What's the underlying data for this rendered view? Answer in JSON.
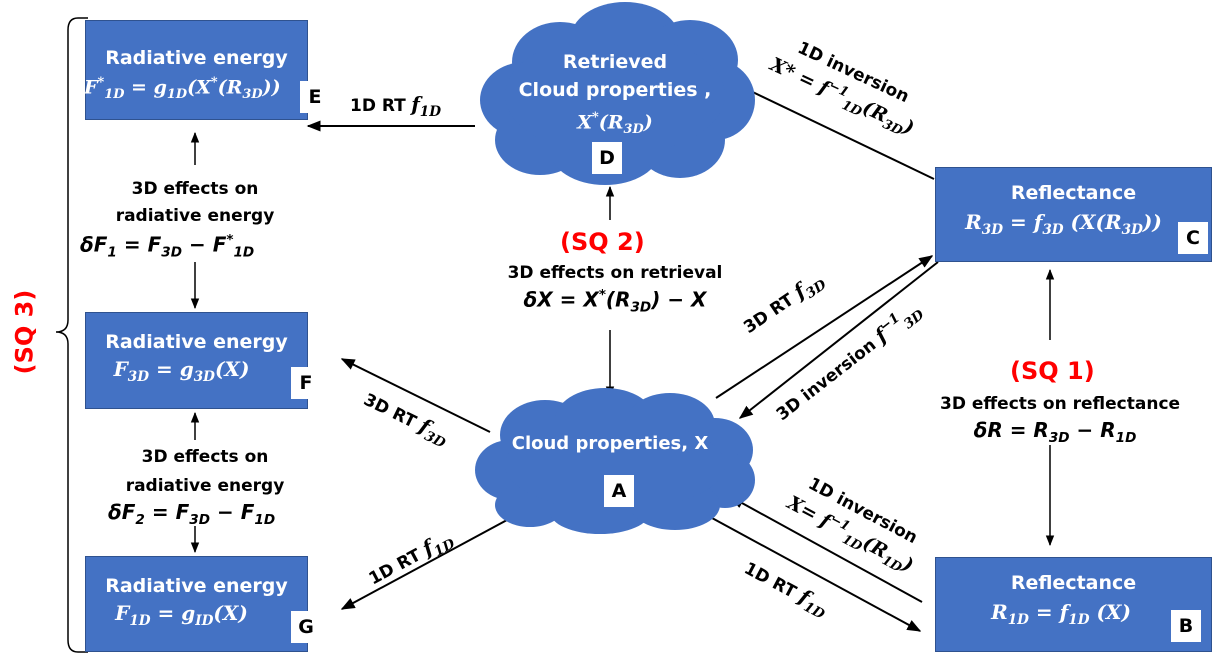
{
  "boxes": {
    "E": {
      "title": "Radiative energy",
      "badge": "E"
    },
    "F": {
      "title": "Radiative energy",
      "badge": "F"
    },
    "G": {
      "title": "Radiative energy",
      "badge": "G"
    },
    "C": {
      "title": "Reflectance",
      "badge": "C"
    },
    "B": {
      "title": "Reflectance",
      "badge": "B"
    }
  },
  "clouds": {
    "D": {
      "line1": "Retrieved",
      "line2": "Cloud properties ,",
      "badge": "D"
    },
    "A": {
      "line1": "Cloud properties, X",
      "badge": "A"
    }
  },
  "formula_parts": {
    "F": "F",
    "g": "g",
    "f": "f",
    "X": "X",
    "R": "R",
    "eq": " = ",
    "minus": " − ",
    "star": "*",
    "sub1D": "1D",
    "sub3D": "3D",
    "subID": "ID",
    "neg1": "−1",
    "lp": "(",
    "rp": ")",
    "delta": "δ",
    "one": "1",
    "two": "2"
  },
  "annotations": {
    "sq1": "(SQ 1)",
    "sq2": "(SQ 2)",
    "sq3": "(SQ 3)",
    "effects_retrieval": "3D effects on retrieval",
    "effects_reflectance": "3D effects on reflectance",
    "effects_energy_line1": "3D effects on",
    "effects_energy_line2": "radiative energy"
  },
  "arrow_labels": {
    "rt_1d": "1D RT",
    "rt_3d": "3D RT",
    "inversion_1d": "1D inversion",
    "inversion_3d": "3D inversion",
    "x_eq": "X=",
    "xstar_eq": "X* = "
  },
  "colors": {
    "box_fill": "#4472c4",
    "box_border": "#2f528f",
    "sq_red": "#ff0000",
    "arrow": "#000000"
  }
}
